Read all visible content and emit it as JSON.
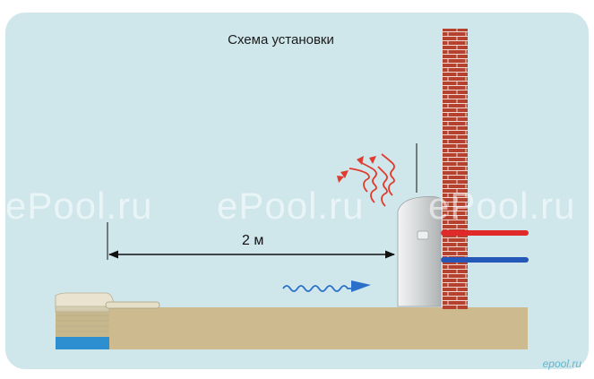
{
  "diagram": {
    "title": "Схема установки",
    "distance_label": "2 м",
    "watermark": "ePool.ru",
    "logo": "epool.ru"
  },
  "colors": {
    "background_panel": "#cfe6eb",
    "ground": "#cdbb8f",
    "brick": "#b5412f",
    "hot_pipe": "#e02a2a",
    "cold_pipe": "#2358b8",
    "warm_air": "#e03b2e",
    "cool_air": "#2a6fc9",
    "water": "#2d8fd0",
    "heater_body": "#d9dcdd"
  },
  "icons": [
    "heat-pump-unit",
    "brick-wall",
    "pool-edge",
    "warm-air-waves",
    "cool-air-wave"
  ]
}
